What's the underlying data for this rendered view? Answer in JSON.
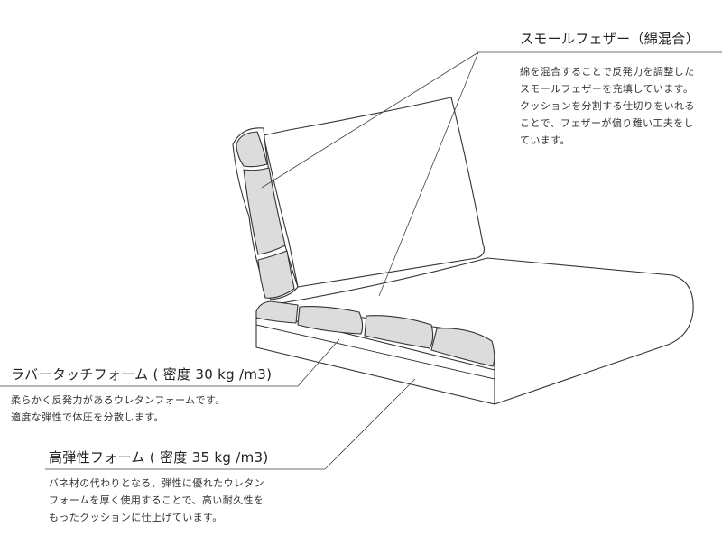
{
  "feather": {
    "title": "スモールフェザー（綿混合）",
    "lines": [
      "綿を混合することで反発力を調整した",
      "スモールフェザーを充填しています。",
      "クッションを分割する仕切りをいれる",
      "ことで、フェザーが偏り難い工夫をし",
      "ています。"
    ]
  },
  "rubber": {
    "title": "ラバータッチフォーム ( 密度 30 kg /m3)",
    "lines": [
      "柔らかく反発力があるウレタンフォームです。",
      "適度な弾性で体圧を分散します。"
    ]
  },
  "highres": {
    "title": "高弾性フォーム ( 密度 35 kg /m3)",
    "lines": [
      "バネ材の代わりとなる、弾性に優れたウレタン",
      "フォームを厚く使用することで、高い耐久性を",
      "もったクッションに仕上げています。"
    ]
  },
  "colors": {
    "foam_fill": "#dcdcdc",
    "line": "#333333"
  }
}
